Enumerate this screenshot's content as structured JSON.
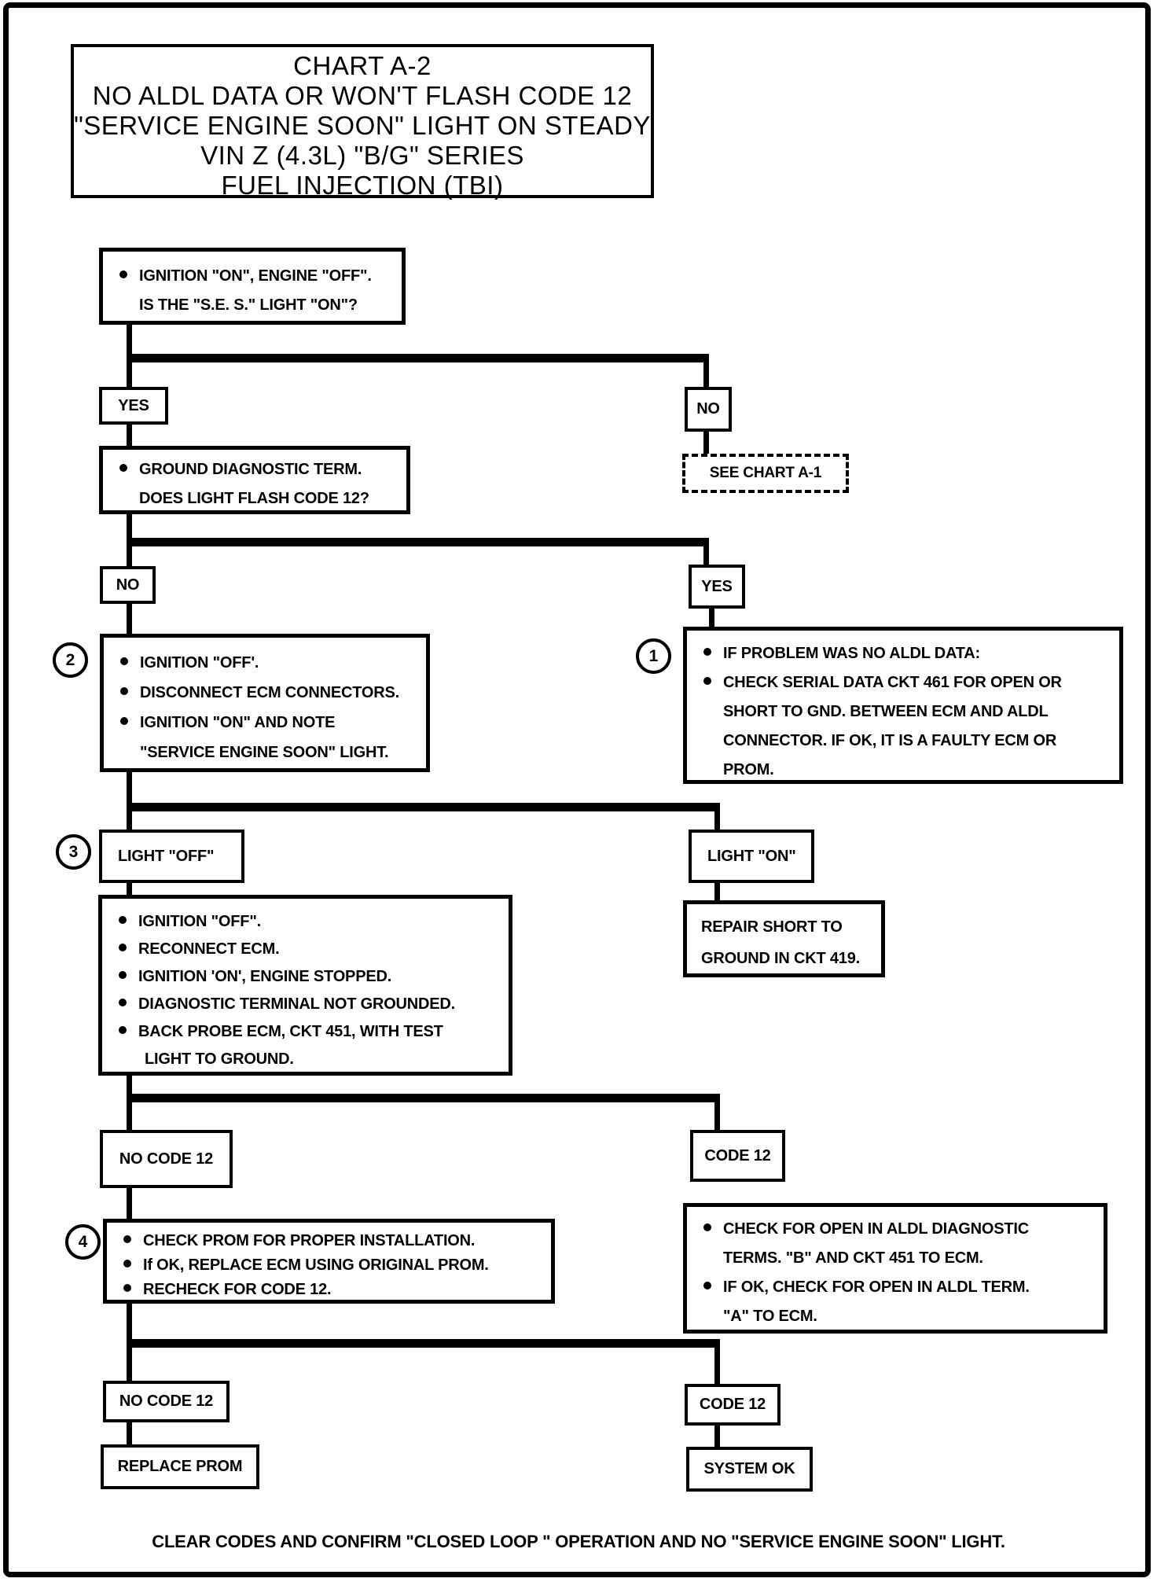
{
  "title": {
    "line1": "CHART A-2",
    "line2": "NO ALDL DATA OR WON'T FLASH CODE 12",
    "line3": "\"SERVICE ENGINE SOON\" LIGHT ON STEADY",
    "line4": "VIN Z (4.3L) \"B/G\" SERIES",
    "line5": "FUEL INJECTION (TBI)"
  },
  "colors": {
    "ink": "#000000",
    "paper": "#ffffff"
  },
  "nodes": {
    "q1": {
      "l1": "IGNITION \"ON\",  ENGINE \"OFF\".",
      "l2": "IS THE \"S.E. S.\" LIGHT \"ON\"?"
    },
    "yes1": "YES",
    "no1": "NO",
    "q2": {
      "l1": "GROUND DIAGNOSTIC TERM.",
      "l2": "DOES LIGHT FLASH CODE 12?"
    },
    "see_chart": "SEE  CHART A-1",
    "no2": "NO",
    "yes2": "YES",
    "step2": {
      "num": "2",
      "l1": "IGNITION \"OFF'.",
      "l2": "DISCONNECT ECM CONNECTORS.",
      "l3": "IGNITION \"ON\" AND NOTE",
      "l4": "\"SERVICE ENGINE SOON\" LIGHT."
    },
    "step1": {
      "num": "1",
      "l1": "IF PROBLEM WAS NO ALDL DATA:",
      "l2": "CHECK SERIAL DATA CKT 461 FOR OPEN OR",
      "l3": "SHORT TO GND. BETWEEN ECM AND ALDL",
      "l4": "CONNECTOR.  IF OK, IT IS A FAULTY ECM OR",
      "l5": "PROM."
    },
    "step3": {
      "num": "3",
      "label": "LIGHT \"OFF\""
    },
    "light_on": "LIGHT \"ON\"",
    "q3": {
      "l1": "IGNITION \"OFF\".",
      "l2": "RECONNECT ECM.",
      "l3": "IGNITION 'ON', ENGINE STOPPED.",
      "l4": "DIAGNOSTIC TERMINAL NOT GROUNDED.",
      "l5": "BACK PROBE  ECM, CKT 451, WITH TEST",
      "l6": "LIGHT TO GROUND."
    },
    "repair": {
      "l1": "REPAIR SHORT TO",
      "l2": "GROUND IN CKT 419."
    },
    "no_code12_a": "NO CODE 12",
    "code12_a": "CODE 12",
    "step4": {
      "num": "4",
      "l1": "CHECK PROM FOR PROPER INSTALLATION.",
      "l2": "If OK, REPLACE ECM USING ORIGINAL PROM.",
      "l3": "RECHECK FOR CODE 12."
    },
    "q4": {
      "l1": "CHECK FOR OPEN IN ALDL DIAGNOSTIC",
      "l2": "TERMS. \"B\" AND CKT 451 TO ECM.",
      "l3": "IF OK, CHECK FOR OPEN IN ALDL TERM.",
      "l4": "\"A\" TO ECM."
    },
    "no_code12_b": "NO CODE 12",
    "code12_b": "CODE 12",
    "replace_prom": "REPLACE PROM",
    "system_ok": "SYSTEM OK"
  },
  "footer": "CLEAR CODES AND CONFIRM \"CLOSED LOOP \" OPERATION AND NO \"SERVICE ENGINE SOON\" LIGHT."
}
